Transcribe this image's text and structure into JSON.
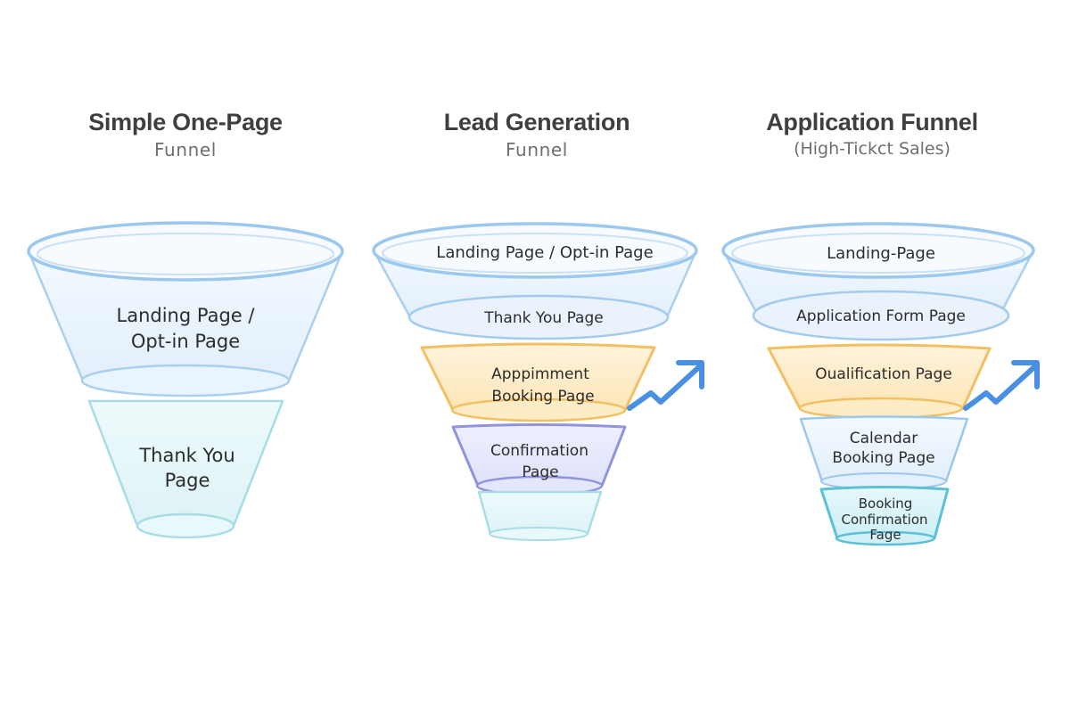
{
  "funnels": [
    {
      "title": "Simple One-Page",
      "subtitle": "Funnel",
      "stages": [
        {
          "line1": "Landing Page /",
          "line2": "Opt-in Page"
        },
        {
          "line1": "Thank You",
          "line2": "Page"
        }
      ]
    },
    {
      "title": "Lead Generation",
      "subtitle": "Funnel",
      "stages": [
        {
          "line1": "Landing Page / Opt-in Page"
        },
        {
          "line1": "Thank You Page"
        },
        {
          "line1": "Apppimment",
          "line2": "Booking Page"
        },
        {
          "line1": "Confirmation",
          "line2": "Page"
        }
      ]
    },
    {
      "title": "Application Funnel",
      "subtitle": "(High-Tickct Sales)",
      "stages": [
        {
          "line1": "Landing-Page"
        },
        {
          "line1": "Application Form Page"
        },
        {
          "line1": "Oualification Page"
        },
        {
          "line1": "Calendar",
          "line2": "Booking Page"
        },
        {
          "line1": "Booking",
          "line2": "Confirmation",
          "line3": "Fage"
        }
      ]
    }
  ],
  "colors": {
    "glass_blue": "#8ec3ec",
    "glass_teal": "#9fdbe6",
    "amber": "#f2c063",
    "indigo": "#8f94dc",
    "cyan_dark": "#5cc0d6",
    "arrow": "#4a90e2"
  },
  "icons": [
    "growth-arrow-icon",
    "growth-arrow-icon"
  ]
}
